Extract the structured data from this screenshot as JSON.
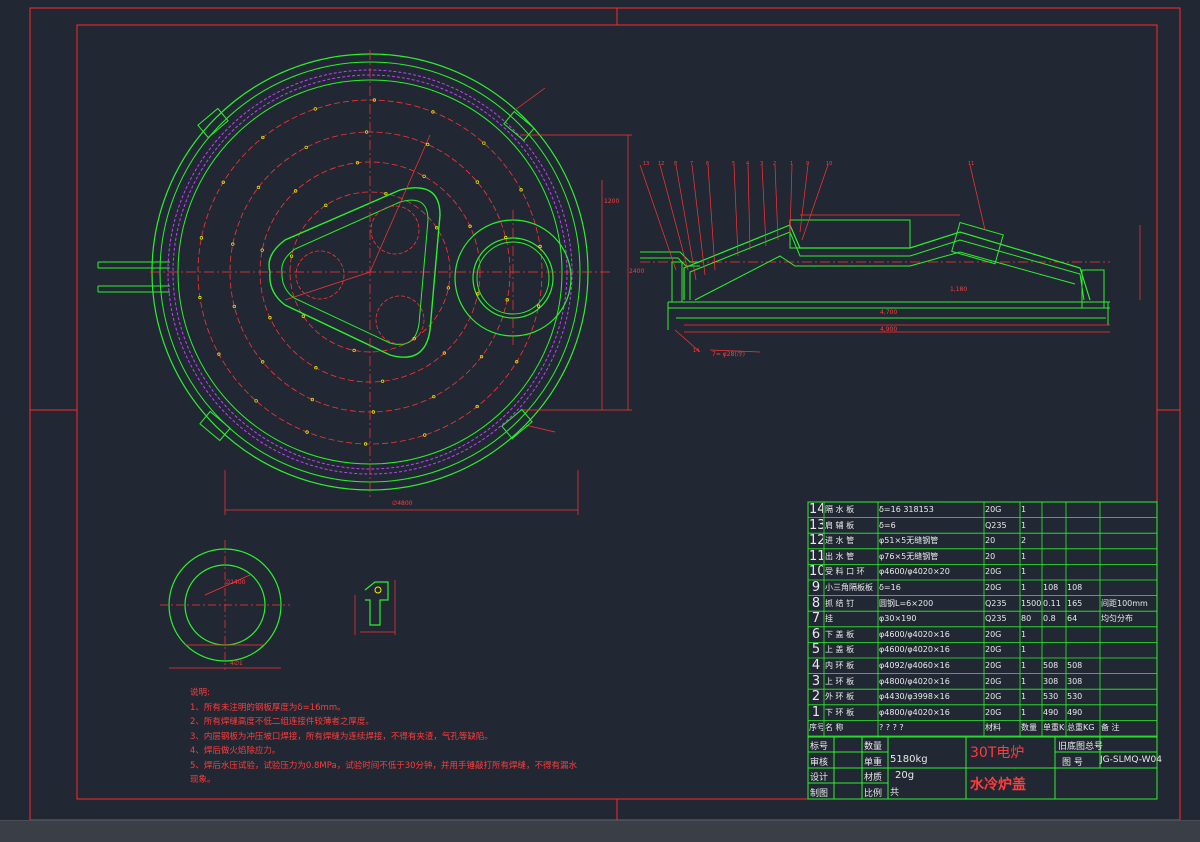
{
  "colors": {
    "background": "#222833",
    "frame": "#ff2a2a",
    "geometry": "#2bf02b",
    "centerline": "#ff3333",
    "text": "#ff3b3b",
    "accent_magenta": "#c040ff",
    "table_text": "#e8e8e8"
  },
  "drawing": {
    "title_main": "30T电炉",
    "title_sub": "水冷炉盖",
    "drawing_no_label": "图 号",
    "drawing_no": "JG-SLMQ-W04",
    "doc_no_label": "旧底图总号",
    "info_labels": [
      "标号",
      "审核",
      "设计",
      "制图"
    ],
    "info_labels2": [
      "数量",
      "单重",
      "材质",
      "比例"
    ],
    "weight": "5180kg",
    "material": "20g",
    "scale_text": "共"
  },
  "notes": {
    "heading": "说明:",
    "lines": [
      "1、所有未注明的钢板厚度为δ=16mm。",
      "2、所有焊缝高度不低二组连接件较薄者之厚度。",
      "3、内层钢板为冲压坡口焊接，所有焊缝为连续焊接，不得有夹渣，气孔等缺陷。",
      "4、焊后做火焰除应力。",
      "5、焊后水压试验，试验压力为0.8MPa，试验时间不低于30分钟，并用手锤敲打所有焊缝，不得有漏水",
      "现象。"
    ]
  },
  "bom": {
    "header": [
      "序号",
      "名 称",
      "? ? ? ?",
      "材料",
      "数量",
      "单重KG",
      "总重KG",
      "备 注"
    ],
    "rows": [
      [
        "14",
        "隔 水 板",
        "δ=16 318153",
        "20G",
        "1",
        "",
        "",
        ""
      ],
      [
        "13",
        "肩 辅 板",
        "δ=6",
        "Q235",
        "1",
        "",
        "",
        ""
      ],
      [
        "12",
        "进 水 管",
        "φ51×5无缝钢管",
        "20",
        "2",
        "",
        "",
        ""
      ],
      [
        "11",
        "出 水 管",
        "φ76×5无缝钢管",
        "20",
        "1",
        "",
        "",
        ""
      ],
      [
        "10",
        "受 料 口 环",
        "φ4600/φ4020×20",
        "20G",
        "1",
        "",
        "",
        ""
      ],
      [
        "9",
        "小三角隔板板",
        "δ=16",
        "20G",
        "1",
        "108",
        "108",
        ""
      ],
      [
        "8",
        "抓 结 钉",
        "圆钢L=6×200",
        "Q235",
        "1500",
        "0.11",
        "165",
        "间距100mm"
      ],
      [
        "7",
        "挂",
        "φ30×190",
        "Q235",
        "80",
        "0.8",
        "64",
        "均匀分布"
      ],
      [
        "6",
        "下 盖 板",
        "φ4600/φ4020×16",
        "20G",
        "1",
        "",
        "",
        ""
      ],
      [
        "5",
        "上 盖 板",
        "φ4600/φ4020×16",
        "20G",
        "1",
        "",
        "",
        ""
      ],
      [
        "4",
        "内 环 板",
        "φ4092/φ4060×16",
        "20G",
        "1",
        "508",
        "508",
        ""
      ],
      [
        "3",
        "上 环 板",
        "φ4800/φ4020×16",
        "20G",
        "1",
        "308",
        "308",
        ""
      ],
      [
        "2",
        "外 环 板",
        "φ4430/φ3998×16",
        "20G",
        "1",
        "530",
        "530",
        ""
      ],
      [
        "1",
        "下 环 板",
        "φ4800/φ4020×16",
        "20G",
        "1",
        "490",
        "490",
        ""
      ]
    ]
  },
  "dimensions": [
    "∅4800",
    "1200",
    "2400",
    "∅1400",
    "4,700",
    "4,900",
    "1,180",
    "4∅1"
  ],
  "balloons": [
    "13",
    "12",
    "8",
    "7",
    "6",
    "5",
    "4",
    "3",
    "2",
    "1",
    "9",
    "10",
    "11",
    "14"
  ],
  "leader_note": "7= φ28(冷)"
}
